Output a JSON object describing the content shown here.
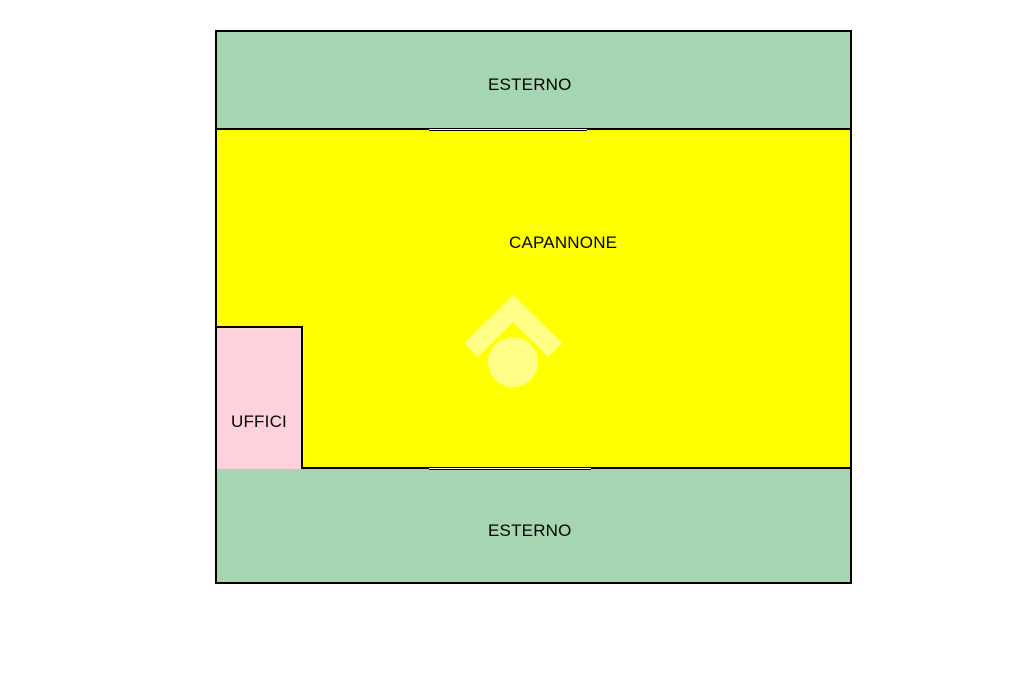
{
  "colors": {
    "esterno": "#a6d5b2",
    "capannone": "#ffff00",
    "uffici": "#ffd1dc",
    "walls": "#000000",
    "watermark": "#ffff88"
  },
  "plan": {
    "top_area": {
      "label": "ESTERNO"
    },
    "main_area": {
      "label": "CAPANNONE"
    },
    "office_area": {
      "label": "UFFICI"
    },
    "bottom_area": {
      "label": "ESTERNO"
    }
  },
  "watermark": {
    "icon": "house-logo-icon"
  }
}
